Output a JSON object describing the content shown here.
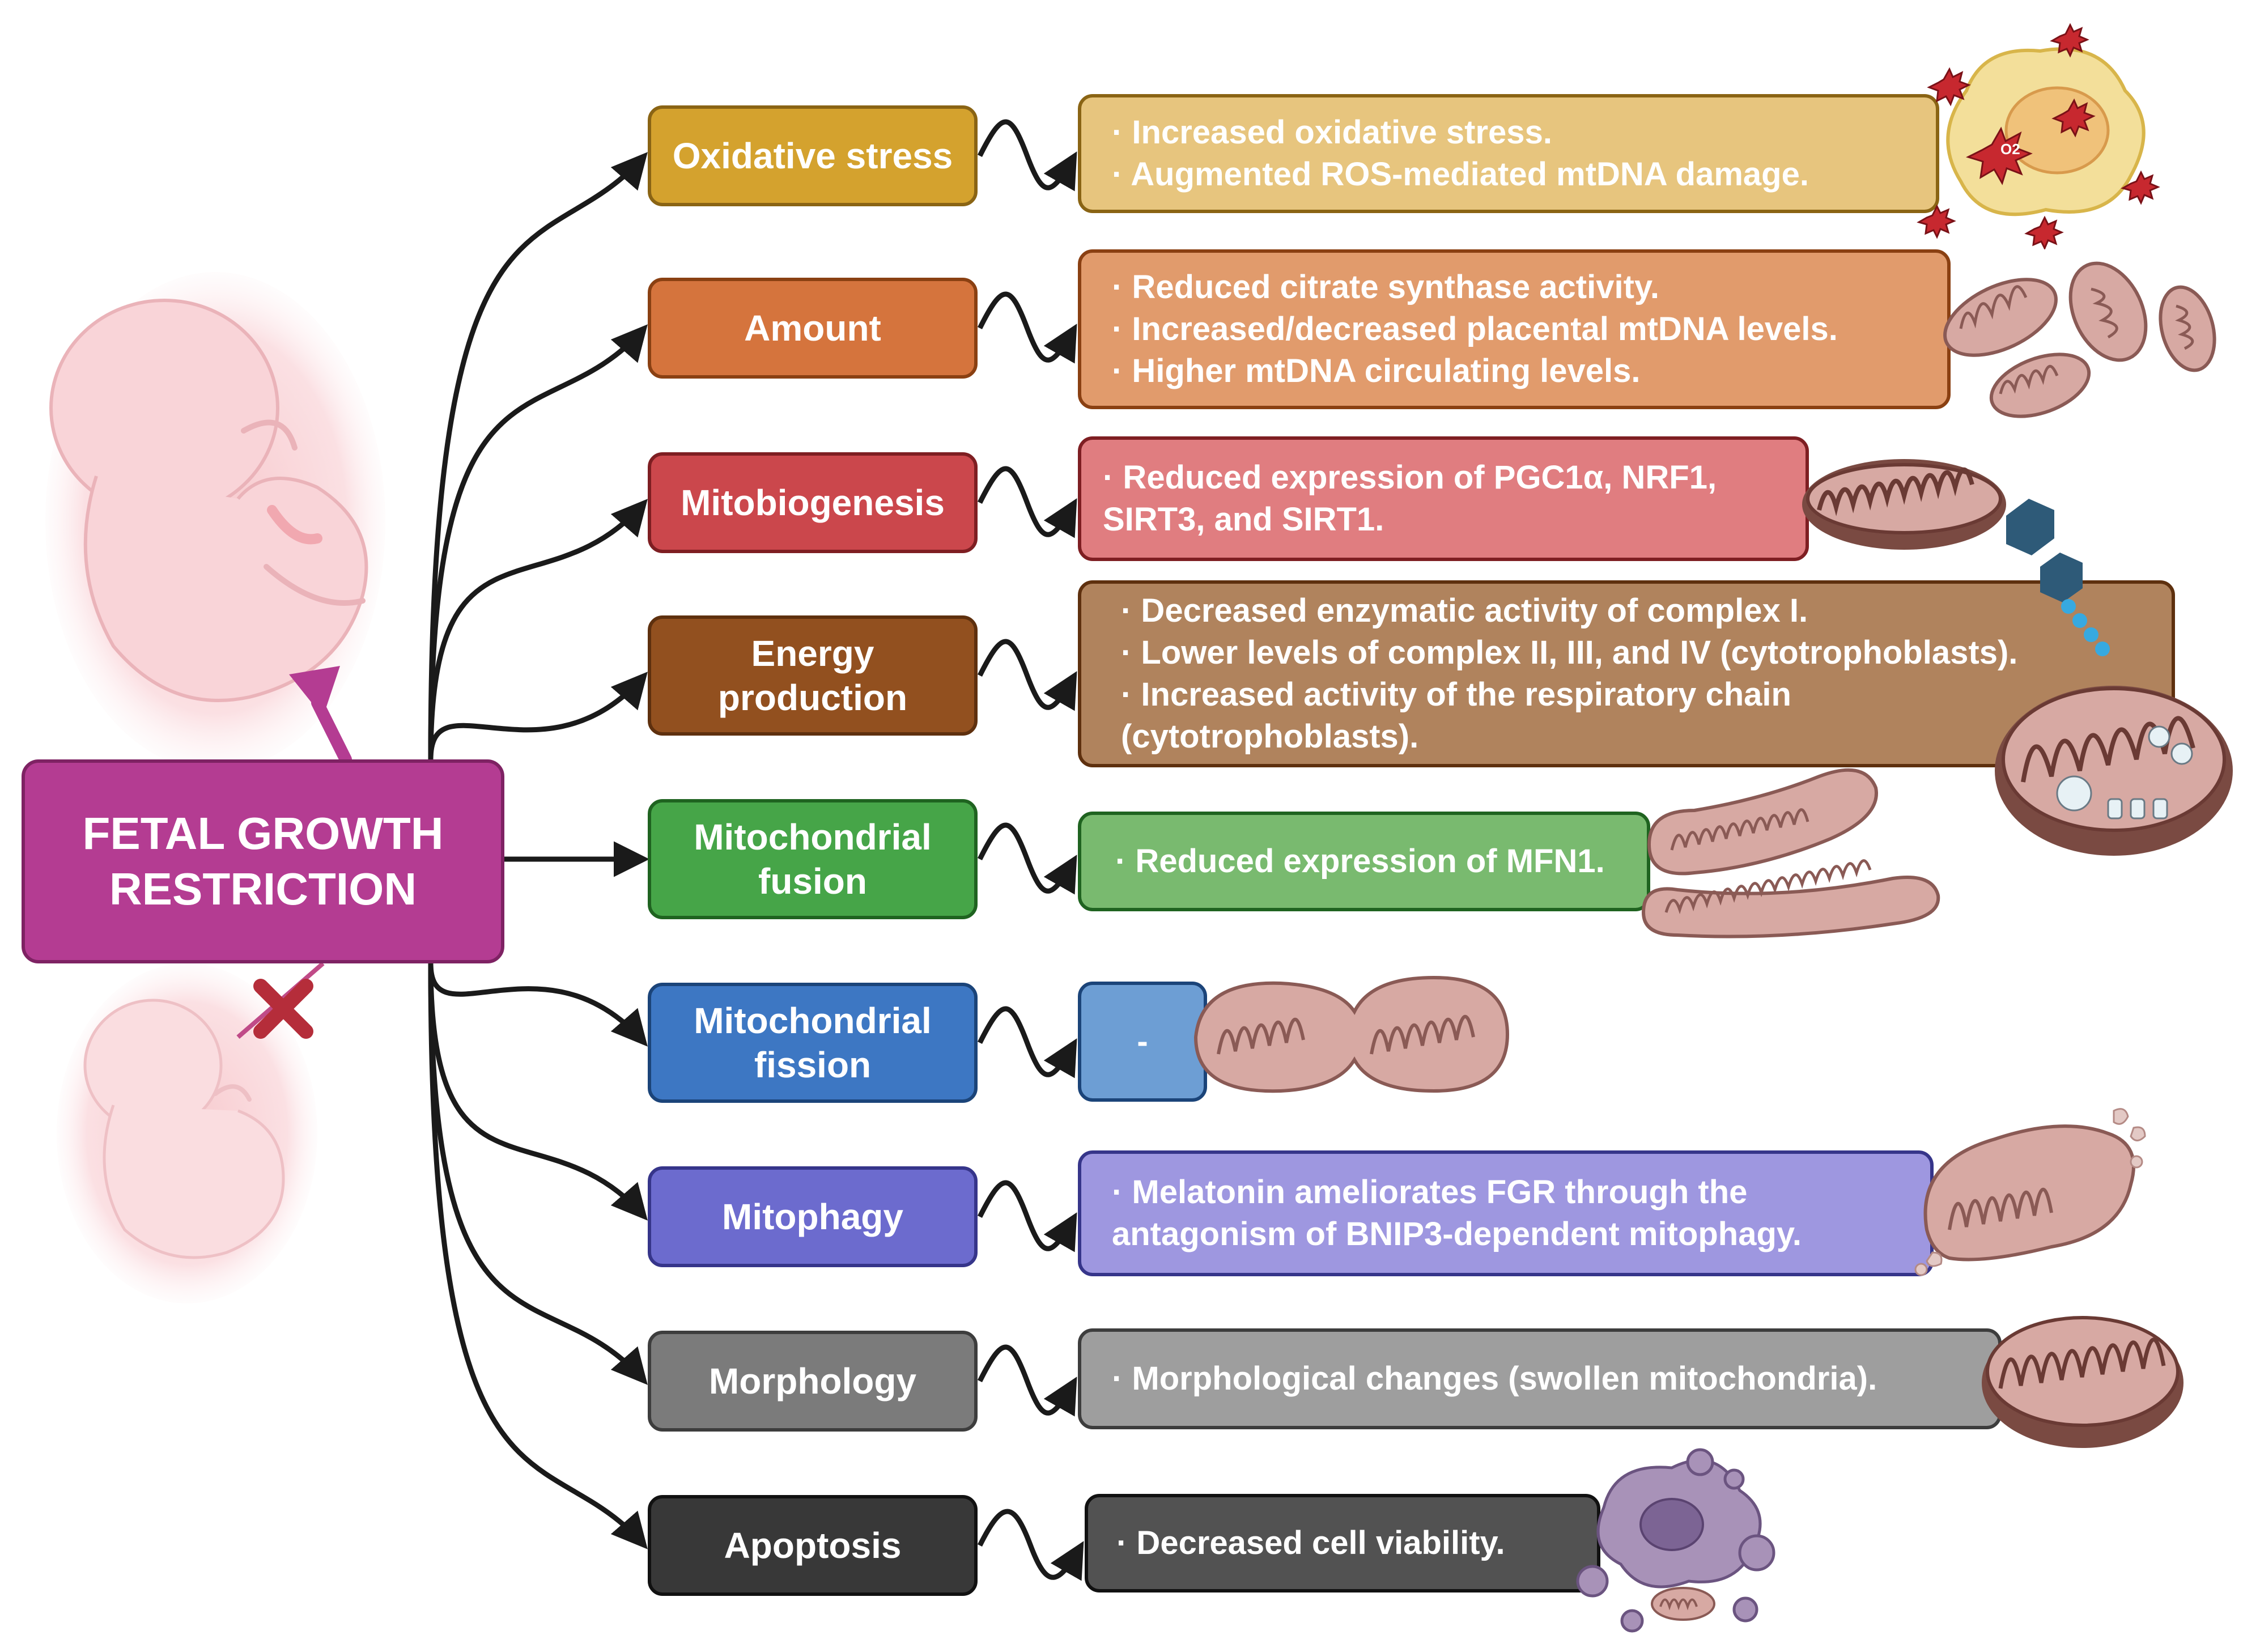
{
  "title": "FETAL GROWTH RESTRICTION",
  "title_lines": [
    "FETAL GROWTH",
    "RESTRICTION"
  ],
  "colors": {
    "main": "#b43c92",
    "arrow": "#1a1a1a",
    "growth_arrow": "#b43c92",
    "blocked_mark": "#b52d3a",
    "mitochondria": "#d2a49f",
    "cell": "#9c86ad"
  },
  "categories": [
    {
      "lines": [
        "Oxidative stress"
      ],
      "color": "#d4a22e",
      "border": "#8a6414",
      "result_color": "#e7c57e",
      "result_border": "#8a6414",
      "result_lines": [
        "· Increased oxidative stress.",
        "· Augmented ROS-mediated mtDNA damage."
      ],
      "icon": "ros-cell-icon",
      "ros_label": "O2"
    },
    {
      "lines": [
        "Amount"
      ],
      "color": "#d5743d",
      "border": "#8a4012",
      "result_color": "#e19b6c",
      "result_border": "#8a4012",
      "result_lines": [
        "· Reduced citrate synthase activity.",
        "· Increased/decreased placental mtDNA levels.",
        "· Higher mtDNA circulating levels."
      ],
      "icon": "mitochondria-cluster-icon"
    },
    {
      "lines": [
        "Mitobiogenesis"
      ],
      "color": "#cb474c",
      "border": "#7e1e22",
      "result_color": "#e07d80",
      "result_border": "#7e1e22",
      "result_lines": [
        "· Reduced expression of PGC1α, NRF1,",
        "SIRT3, and SIRT1."
      ],
      "icon": "mitochondrion-icon"
    },
    {
      "lines": [
        "Energy",
        "production"
      ],
      "color": "#92501f",
      "border": "#5e300e",
      "result_color": "#b0835d",
      "result_border": "#5e300e",
      "result_lines": [
        "· Decreased enzymatic activity of complex I.",
        "· Lower levels of complex II, III, and IV (cytotrophoblasts).",
        "· Increased activity of the respiratory chain",
        "(cytotrophoblasts)."
      ],
      "icon": "respiratory-chain-mitochondrion-icon"
    },
    {
      "lines": [
        "Mitochondrial",
        "fusion"
      ],
      "color": "#46a548",
      "border": "#1f6320",
      "result_color": "#79ba6f",
      "result_border": "#1f6320",
      "result_lines": [
        "· Reduced expression of MFN1."
      ],
      "icon": "fused-mitochondria-icon"
    },
    {
      "lines": [
        "Mitochondrial",
        "fission"
      ],
      "color": "#3d77c3",
      "border": "#1b4479",
      "result_color": "#6d9ed4",
      "result_border": "#1b4479",
      "result_lines": [
        "-"
      ],
      "icon": "dividing-mitochondrion-icon"
    },
    {
      "lines": [
        "Mitophagy"
      ],
      "color": "#6c6bce",
      "border": "#36358a",
      "result_color": "#9e97e0",
      "result_border": "#36358a",
      "result_lines": [
        "· Melatonin ameliorates FGR through the",
        "antagonism of BNIP3-dependent mitophagy."
      ],
      "icon": "damaged-mitochondrion-icon"
    },
    {
      "lines": [
        "Morphology"
      ],
      "color": "#7b7b7b",
      "border": "#3d3d3d",
      "result_color": "#9e9e9e",
      "result_border": "#3d3d3d",
      "result_lines": [
        "· Morphological changes (swollen mitochondria)."
      ],
      "icon": "swollen-mitochondrion-icon"
    },
    {
      "lines": [
        "Apoptosis"
      ],
      "color": "#383838",
      "border": "#111111",
      "result_color": "#525252",
      "result_border": "#111111",
      "result_lines": [
        "· Decreased cell viability."
      ],
      "icon": "apoptotic-cell-icon"
    }
  ]
}
